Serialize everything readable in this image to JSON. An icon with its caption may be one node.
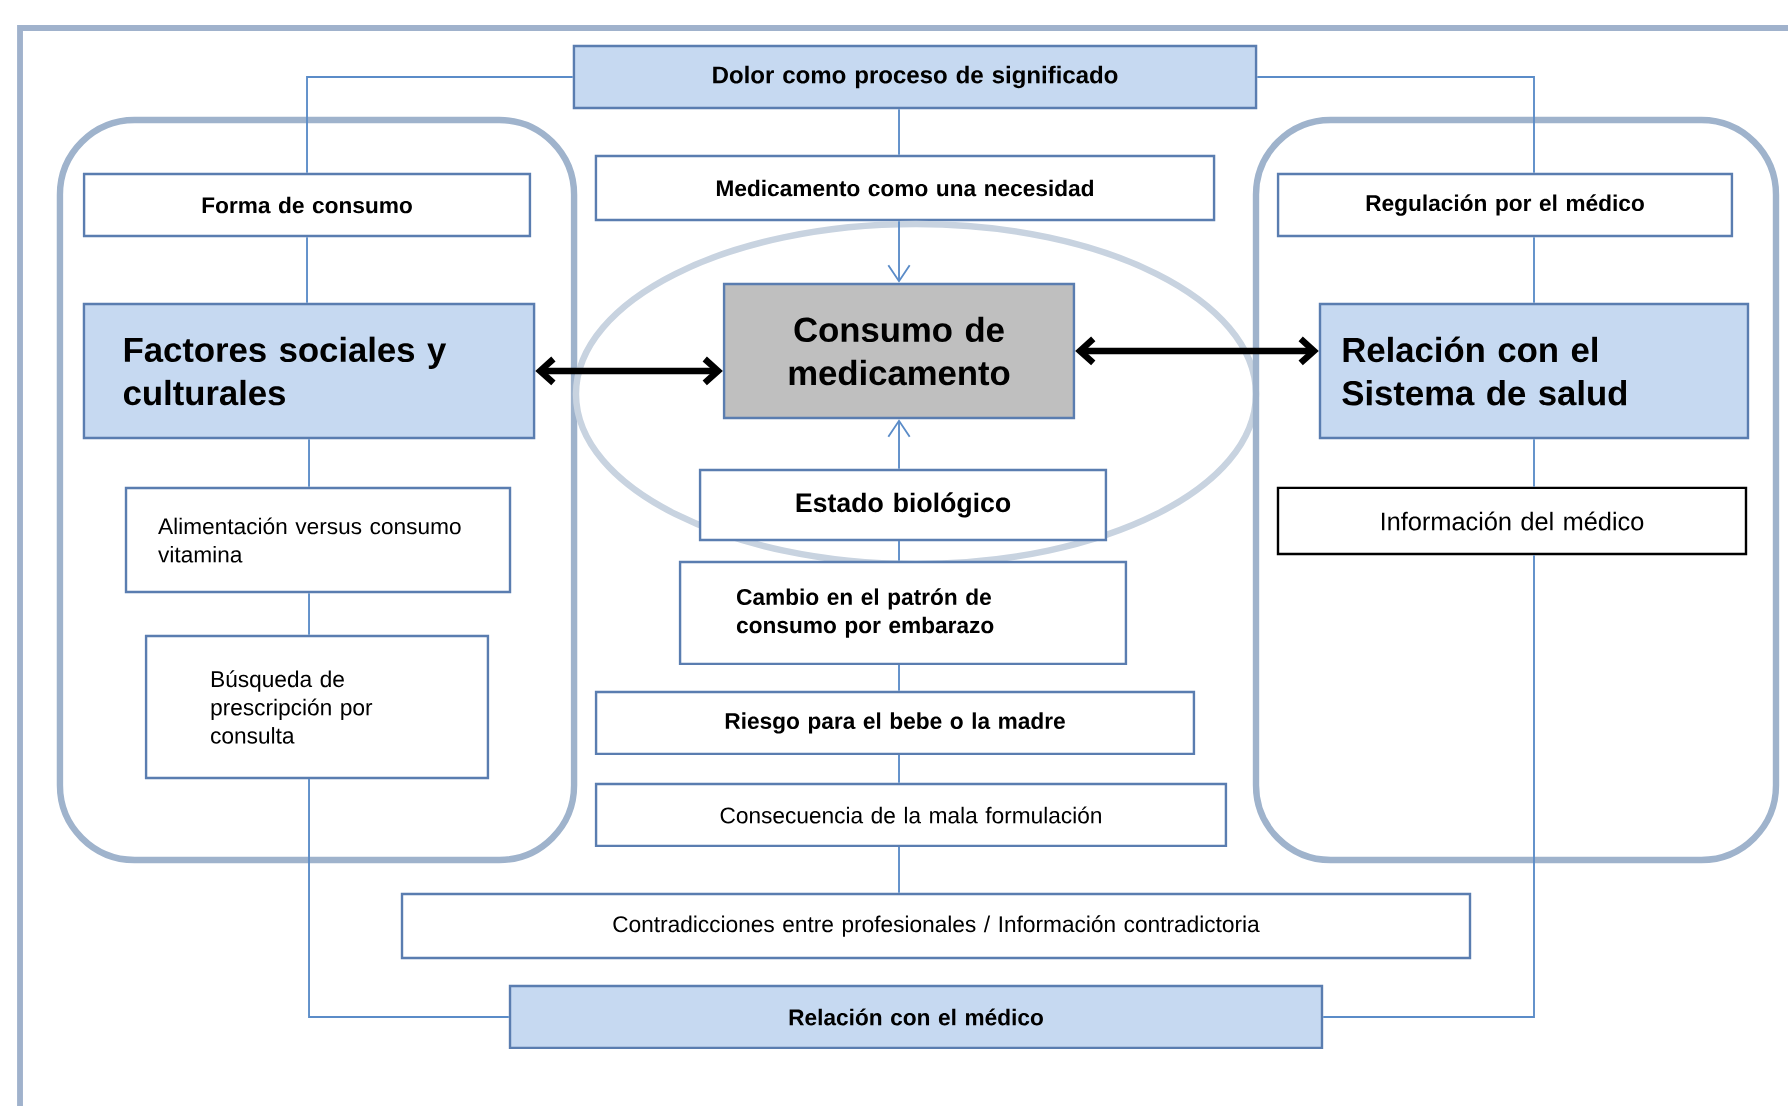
{
  "diagram": {
    "nodes": [
      {
        "text": [
          "Dolor como proceso de significado"
        ]
      },
      {
        "text": [],
        "shape": "box"
      },
      {
        "text": [
          "Forma de consumo"
        ],
        "in": 1
      },
      {
        "text": [
          "Factores sociales y culturales"
        ],
        "in": 1
      },
      {
        "text": [
          "Alimentación versus consumo vitamina"
        ],
        "in": 1
      },
      {
        "text": [
          "Búsqueda de prescripción por consulta"
        ],
        "in": 1
      },
      {
        "text": [
          "Medicamento como una necesidad"
        ]
      },
      {
        "text": [],
        "shape": "ellipse"
      },
      {
        "text": [
          "Consumo de medicamento"
        ],
        "in": 7
      },
      {
        "text": [
          "Estado biológico"
        ],
        "in": 7
      },
      {
        "text": [
          "Cambio en el patrón de consumo por embarazo"
        ]
      },
      {
        "text": [
          "Riesgo para el bebe o la madre"
        ]
      },
      {
        "text": [
          "Consecuencia de la mala formulación"
        ]
      },
      {
        "text": [
          "Contradicciones entre profesionales / Información contradictoria"
        ]
      },
      {
        "text": [
          "Relación con el médico"
        ]
      },
      {
        "text": [],
        "shape": "box"
      },
      {
        "text": [
          "Regulación por el médico"
        ],
        "in": 15
      },
      {
        "text": [
          "Relación con el Sistema de salud"
        ],
        "in": 15
      },
      {
        "text": [
          "Información del médico"
        ],
        "in": 15
      }
    ],
    "edges": [
      {
        "from": 0,
        "to": 2,
        "arrow": "none"
      },
      {
        "from": 0,
        "to": 6,
        "arrow": "none"
      },
      {
        "from": 0,
        "to": 16,
        "arrow": "none"
      },
      {
        "from": 2,
        "to": 3,
        "arrow": "none"
      },
      {
        "from": 3,
        "to": 4,
        "arrow": "none"
      },
      {
        "from": 4,
        "to": 5,
        "arrow": "none"
      },
      {
        "from": 5,
        "to": 14,
        "arrow": "none"
      },
      {
        "from": 6,
        "to": 8,
        "arrow": "to"
      },
      {
        "from": 3,
        "to": 8,
        "arrow": "both",
        "style": "thick",
        "color": "#000000"
      },
      {
        "from": 8,
        "to": 17,
        "arrow": "both",
        "style": "thick",
        "color": "#000000"
      },
      {
        "from": 9,
        "to": 8,
        "arrow": "to"
      },
      {
        "from": 10,
        "to": 9,
        "arrow": "none"
      },
      {
        "from": 11,
        "to": 10,
        "arrow": "none"
      },
      {
        "from": 12,
        "to": 11,
        "arrow": "none"
      },
      {
        "from": 13,
        "to": 12,
        "arrow": "none"
      },
      {
        "from": 16,
        "to": 17,
        "arrow": "none"
      },
      {
        "from": 17,
        "to": 18,
        "arrow": "none"
      },
      {
        "from": 18,
        "to": 14,
        "arrow": "none"
      }
    ]
  }
}
